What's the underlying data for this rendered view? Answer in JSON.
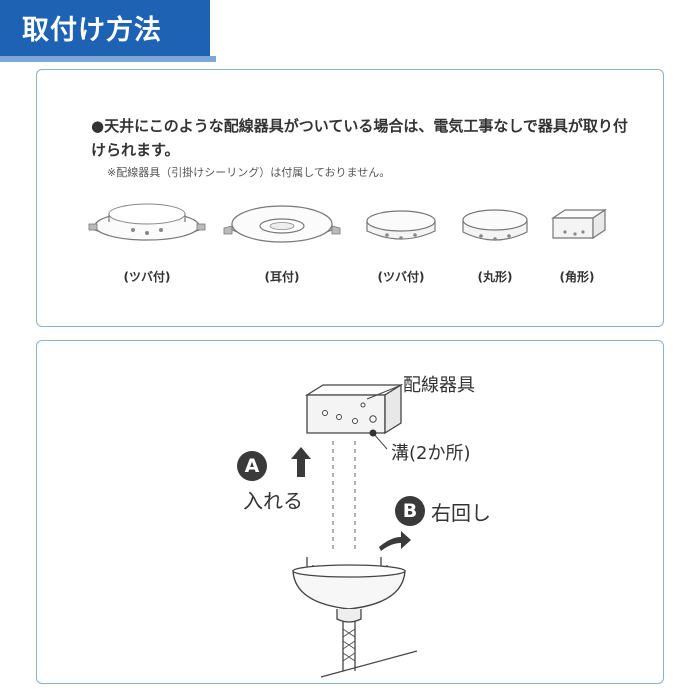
{
  "header": {
    "title": "取付け方法"
  },
  "top_panel": {
    "note_main": "●天井にこのような配線器具がついている場合は、電気工事なしで器具が取り付けられます。",
    "note_sub": "※配線器具（引掛けシーリング）は付属しておりません。",
    "fixtures": [
      {
        "label": "(ツバ付)",
        "icon": "ceiling-rose-flange-icon"
      },
      {
        "label": "(耳付)",
        "icon": "ceiling-rose-ear-icon"
      },
      {
        "label": "(ツバ付)",
        "icon": "ceiling-rose-small-flange-icon"
      },
      {
        "label": "(丸形)",
        "icon": "ceiling-rose-round-icon"
      },
      {
        "label": "(角形)",
        "icon": "ceiling-rose-square-icon"
      }
    ]
  },
  "bottom_panel": {
    "fixture_label": "配線器具",
    "groove_label": "溝(2か所)",
    "step_a": {
      "badge": "A",
      "label": "入れる"
    },
    "step_b": {
      "badge": "B",
      "label": "右回し"
    }
  },
  "colors": {
    "header_bg": "#1e62b3",
    "panel_border": "#8fb0c9",
    "badge_bg": "#3a3a3a"
  }
}
